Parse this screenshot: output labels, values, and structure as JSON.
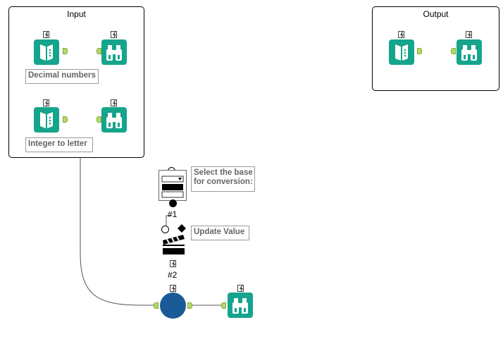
{
  "containers": {
    "input": {
      "title": "Input"
    },
    "output": {
      "title": "Output"
    }
  },
  "annotations": {
    "decimal_numbers": "Decimal numbers",
    "integer_to_letter": "Integer to letter",
    "select_base_line1": "Select the base",
    "select_base_line2": "for conversion:",
    "update_value": "Update Value"
  },
  "labels": {
    "interface_1": "#1",
    "interface_2": "#2"
  },
  "colors": {
    "tool_teal": "#15a48c",
    "formula_blue": "#1a5a96",
    "anchor_green": "#b6d96a"
  },
  "icons": {
    "input_tool": "book-icon",
    "browse_tool": "binoculars-icon",
    "dropdown_tool": "dropdown-icon",
    "action_tool": "clapperboard-icon",
    "formula_tool": "circle-icon",
    "bolt": "lightning-bolt-icon"
  }
}
